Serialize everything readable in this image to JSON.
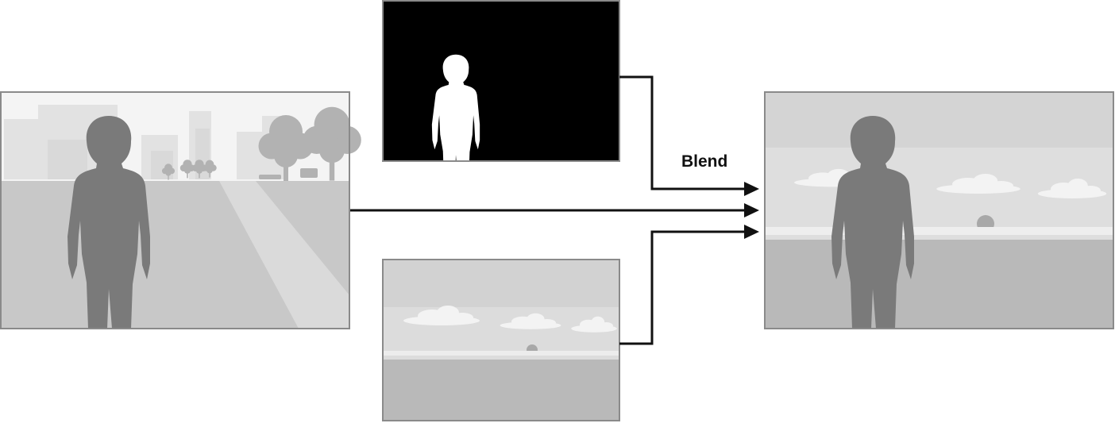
{
  "diagram": {
    "blend_label": "Blend",
    "colors": {
      "line": "#111111",
      "panel_border": "#8a8a8a",
      "silhouette": "#7a7a7a",
      "mask_background": "#000000",
      "mask_figure": "#ffffff"
    },
    "panels": [
      {
        "id": "source-photo",
        "role": "input image with person in street scene"
      },
      {
        "id": "person-mask",
        "role": "binary matte of person"
      },
      {
        "id": "new-background",
        "role": "beach sunset background"
      },
      {
        "id": "composite-result",
        "role": "blended output"
      }
    ]
  }
}
